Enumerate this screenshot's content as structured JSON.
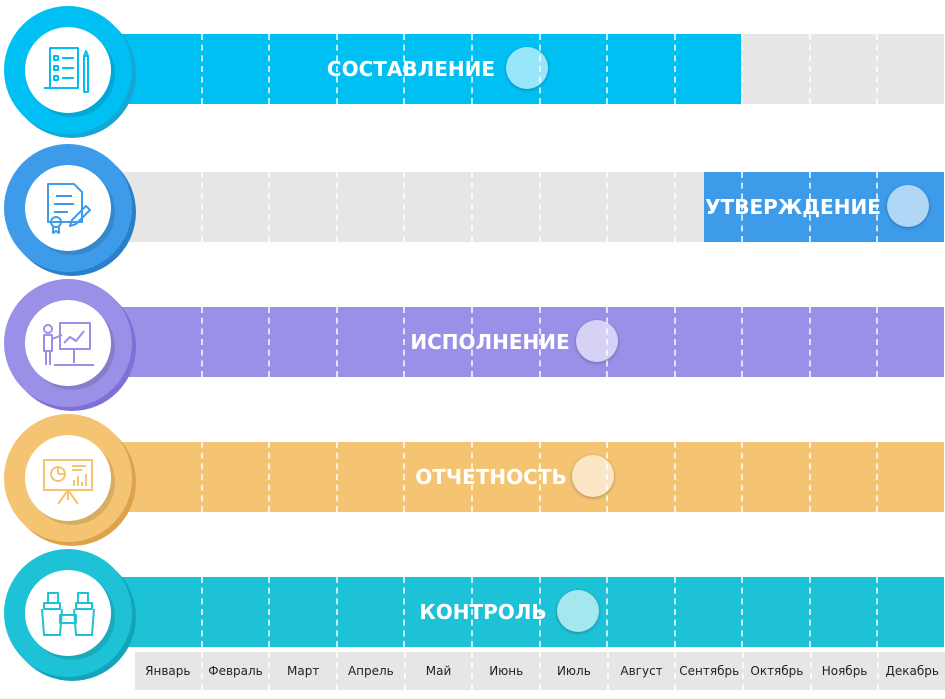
{
  "stages": [
    {
      "label": "СОСТАВЛЕНИЕ",
      "color": "#00c0f3",
      "dark": "#16a6d4",
      "icon": "checklist-scroll-icon"
    },
    {
      "label": "УТВЕРЖДЕНИЕ",
      "color": "#3d9be9",
      "dark": "#2a7fc9",
      "icon": "signed-document-icon"
    },
    {
      "label": "ИСПОЛНЕНИЕ",
      "color": "#9a90e8",
      "dark": "#7d70d6",
      "icon": "presentation-icon"
    },
    {
      "label": "ОТЧЕТНОСТЬ",
      "color": "#f5c472",
      "dark": "#dda24a",
      "icon": "report-board-icon"
    },
    {
      "label": "КОНТРОЛЬ",
      "color": "#1ec2d6",
      "dark": "#14a4b8",
      "icon": "binoculars-icon"
    }
  ],
  "months": [
    "Январь",
    "Февраль",
    "Март",
    "Апрель",
    "Май",
    "Июнь",
    "Июль",
    "Август",
    "Сентябрь",
    "Октябрь",
    "Ноябрь",
    "Декабрь"
  ]
}
